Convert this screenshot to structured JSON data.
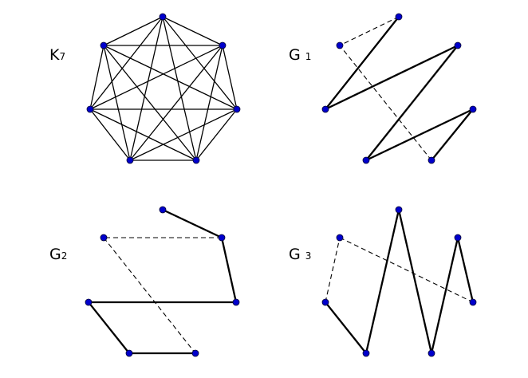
{
  "labels": {
    "k7": {
      "main": "K",
      "sub": "7"
    },
    "g1": {
      "main": "G",
      "sub": "1"
    },
    "g2": {
      "main": "G",
      "sub": "2"
    },
    "g3": {
      "main": "G",
      "sub": "3"
    }
  },
  "colors": {
    "vertex": "#0000cc",
    "vertex_stroke": "#000033",
    "edge": "#000000"
  },
  "graphs": {
    "k7": {
      "type": "complete",
      "vertices": 7
    },
    "g1": {
      "vertices": 7,
      "solid_edges": [
        [
          0,
          1
        ],
        [
          1,
          2
        ],
        [
          2,
          3
        ],
        [
          3,
          4
        ],
        [
          4,
          5
        ]
      ],
      "dashed_edges": [
        [
          0,
          6
        ],
        [
          5,
          6
        ]
      ]
    },
    "g2": {
      "vertices": 7,
      "solid_edges": [
        [
          0,
          1
        ],
        [
          1,
          2
        ],
        [
          2,
          3
        ],
        [
          3,
          4
        ],
        [
          4,
          5
        ]
      ],
      "dashed_edges": [
        [
          1,
          6
        ],
        [
          6,
          5
        ]
      ]
    },
    "g3": {
      "vertices": 7,
      "solid_edges": [
        [
          0,
          1
        ],
        [
          1,
          2
        ],
        [
          2,
          3
        ],
        [
          3,
          4
        ],
        [
          4,
          5
        ]
      ],
      "dashed_edges": [
        [
          0,
          6
        ],
        [
          6,
          5
        ]
      ]
    }
  }
}
